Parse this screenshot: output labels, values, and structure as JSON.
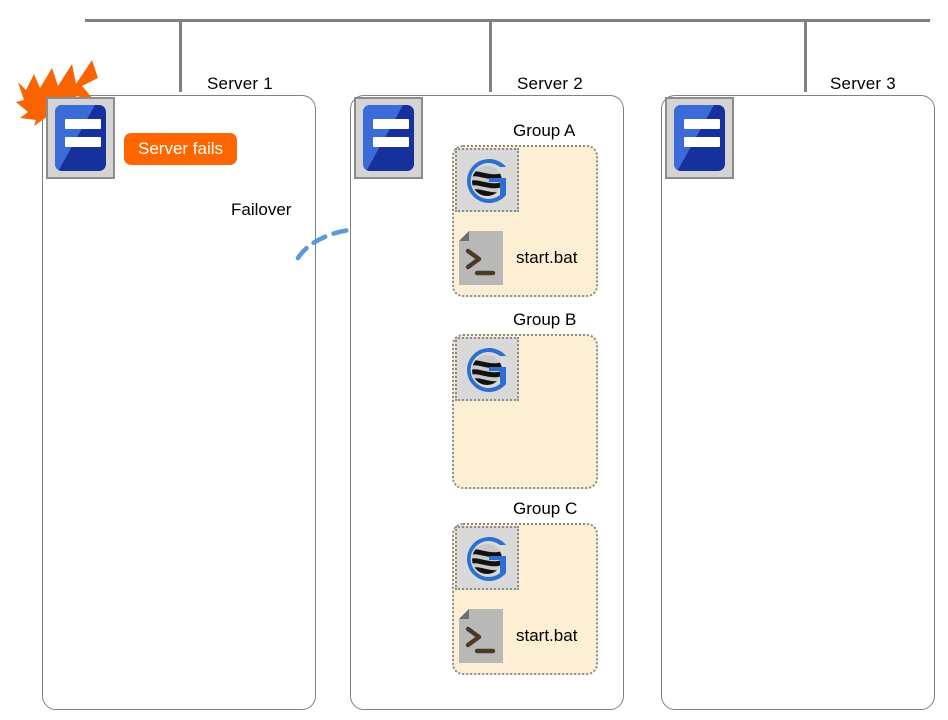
{
  "diagram": {
    "title_bar": {
      "servers": [
        {
          "label": "Server 1"
        },
        {
          "label": "Server 2"
        },
        {
          "label": "Server 3"
        }
      ]
    },
    "server1": {
      "name": "Server 1",
      "status_badge": "Server fails",
      "failover_label": "Failover",
      "icons": {
        "burst": "explosion-icon",
        "server": "server-icon",
        "arrow": "dashed-curved-arrow-icon"
      }
    },
    "server2": {
      "name": "Server 2",
      "groups": [
        {
          "title": "Group A",
          "resource_icon": "cluster-group-icon",
          "script": "start.bat",
          "has_script": true
        },
        {
          "title": "Group B",
          "resource_icon": "cluster-group-icon",
          "script": "",
          "has_script": false
        },
        {
          "title": "Group C",
          "resource_icon": "cluster-group-icon",
          "script": "start.bat",
          "has_script": true
        }
      ]
    },
    "server3": {
      "name": "Server 3",
      "groups": []
    },
    "colors": {
      "accent_orange": "#ff6600",
      "server_blue_dark": "#16309c",
      "server_blue_light": "#3b6bd6",
      "group_fill": "#fcefd3",
      "group_border": "#8c8c8c",
      "arrow_blue": "#5b9bd5",
      "rail_gray": "#808080",
      "logo_blue": "#2b6fd0"
    }
  }
}
